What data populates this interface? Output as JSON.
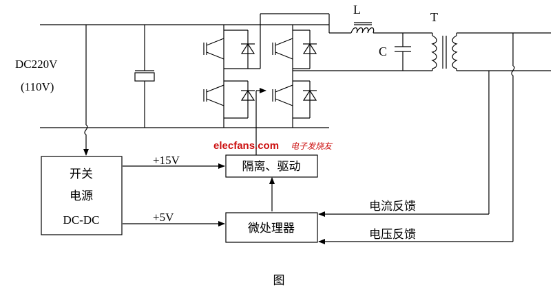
{
  "labels": {
    "dc_source_line1": "DC220V",
    "dc_source_line2": "(110V)",
    "inductor": "L",
    "capacitor": "C",
    "transformer": "T",
    "voltage_15": "+15V",
    "voltage_5": "+5V",
    "current_feedback": "电流反馈",
    "voltage_feedback": "电压反馈"
  },
  "blocks": {
    "switching_power_line1": "开关",
    "switching_power_line2": "电源",
    "switching_power_line3": "DC-DC",
    "isolation_driver": "隔离、驱动",
    "microprocessor": "微处理器"
  },
  "caption": "图",
  "watermark": {
    "site": "elecfans.com",
    "tagline": "电子发烧友"
  }
}
